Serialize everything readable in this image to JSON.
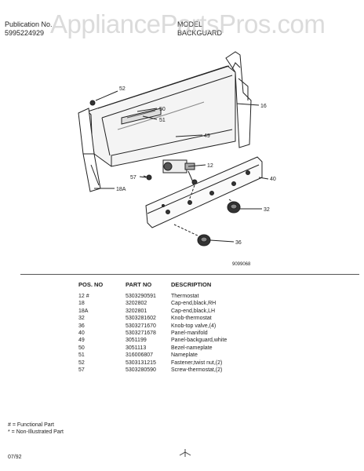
{
  "header": {
    "publication_label": "Publication No.",
    "publication_number": "5995224929",
    "model_top": "MODEL",
    "section_title": "BACKGUARD"
  },
  "watermark": "AppliancePartsPros.com",
  "diagram": {
    "drawing_code": "9099068",
    "callouts": [
      "52",
      "50",
      "51",
      "16",
      "49",
      "12",
      "57",
      "40",
      "18A",
      "32",
      "36"
    ]
  },
  "table": {
    "headers": {
      "pos": "POS. NO",
      "part": "PART NO",
      "desc": "DESCRIPTION"
    },
    "rows": [
      {
        "pos": "12 #",
        "part": "5303290591",
        "desc": "Thermostat"
      },
      {
        "pos": "18",
        "part": "3202802",
        "desc": "Cap-end,black,RH"
      },
      {
        "pos": "18A",
        "part": "3202801",
        "desc": "Cap-end,black,LH"
      },
      {
        "pos": "32",
        "part": "5303281602",
        "desc": "Knob-thermostat"
      },
      {
        "pos": "36",
        "part": "5303271670",
        "desc": "Knob-top valve,(4)"
      },
      {
        "pos": "40",
        "part": "5303271678",
        "desc": "Panel-manifold"
      },
      {
        "pos": "49",
        "part": "3051199",
        "desc": "Panel-backguard,white"
      },
      {
        "pos": "50",
        "part": "3051113",
        "desc": "Bezel-nameplate"
      },
      {
        "pos": "51",
        "part": "316006807",
        "desc": "Nameplate"
      },
      {
        "pos": "52",
        "part": "5303131215",
        "desc": "Fastener,twist nut,(2)"
      },
      {
        "pos": "57",
        "part": "5303280590",
        "desc": "Screw-thermostat,(2)"
      }
    ]
  },
  "notes": [
    "# = Functional Part",
    "* = Non-Illustrated Part"
  ],
  "footer": {
    "date": "07/92"
  }
}
